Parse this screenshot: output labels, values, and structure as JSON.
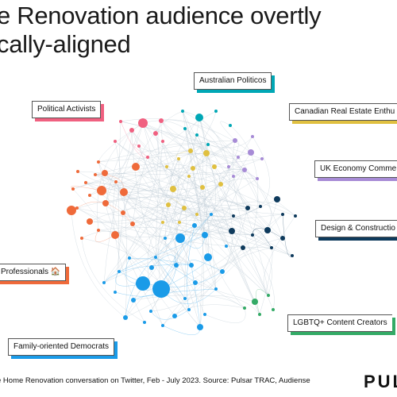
{
  "title": {
    "line1": "e Renovation audience overtly",
    "line2": "cally-aligned"
  },
  "footer": "e Home Renovation conversation on Twitter, Feb - July 2023. Source: Pulsar TRAC, Audiense",
  "brand": "PUL",
  "colors": {
    "political_activists": "#f06080",
    "australian_politicos": "#00a7b5",
    "canadian_real_estate": "#e0c040",
    "uk_economy": "#a78bd6",
    "design_construction": "#0e3a5c",
    "professionals": "#ef6a3a",
    "family_democrats": "#1a9be8",
    "lgbtq": "#33aa66",
    "link": "#b8c6d2"
  },
  "clusters": [
    {
      "id": "political_activists",
      "label": "Political Activists"
    },
    {
      "id": "australian_politicos",
      "label": "Australian Politicos"
    },
    {
      "id": "canadian_real_estate",
      "label": "Canadian Real Estate Enthu"
    },
    {
      "id": "uk_economy",
      "label": "UK Economy Comme"
    },
    {
      "id": "design_construction",
      "label": "Design & Constructio"
    },
    {
      "id": "professionals",
      "label": "Professionals 🏠"
    },
    {
      "id": "family_democrats",
      "label": "Family-oriented Democrats"
    },
    {
      "id": "lgbtq",
      "label": "LGBTQ+ Content Creators"
    }
  ]
}
